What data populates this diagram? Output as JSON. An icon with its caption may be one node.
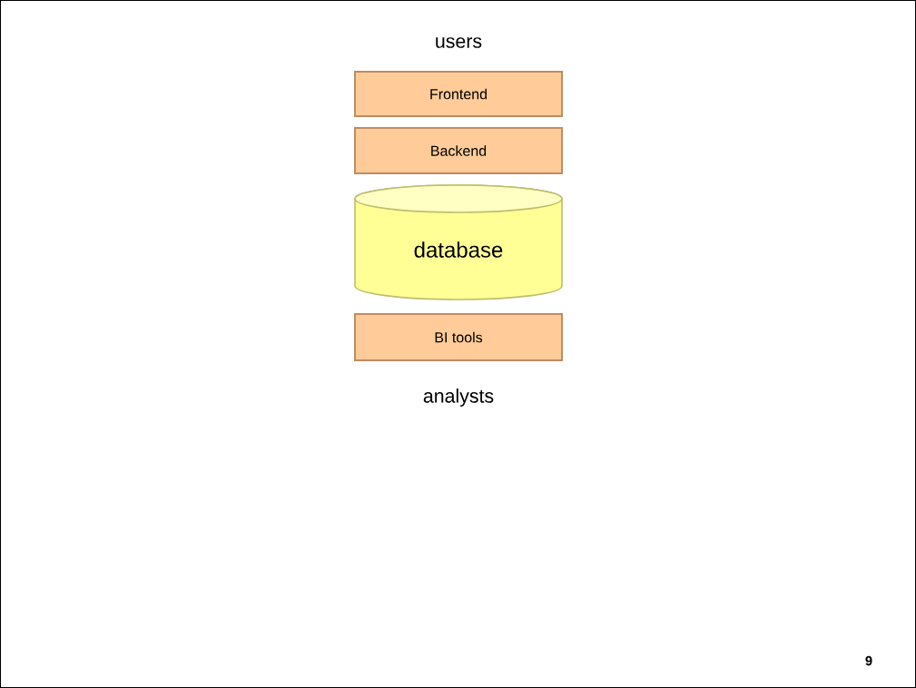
{
  "diagram": {
    "nodes": [
      {
        "text": [
          "Frontend"
        ]
      },
      {
        "text": [
          "Backend"
        ]
      },
      {
        "text": [
          "database"
        ]
      },
      {
        "text": [
          "BI tools"
        ]
      }
    ],
    "labels": [
      "users",
      "analysts",
      "9"
    ]
  }
}
